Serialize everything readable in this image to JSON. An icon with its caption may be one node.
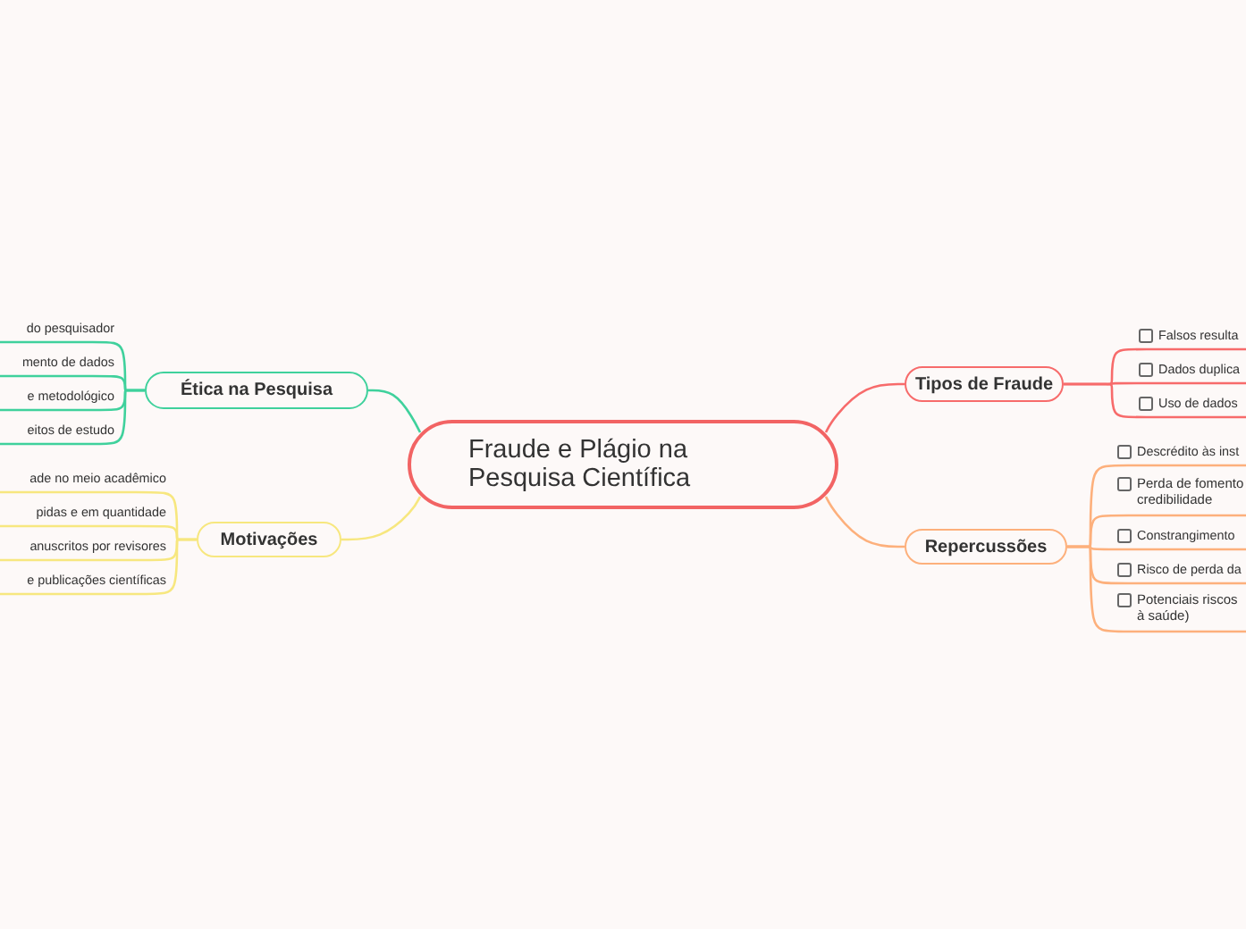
{
  "diagram": {
    "nodes": [
      {
        "text": [
          "Fraude e Plágio na Pesquisa Científica"
        ]
      },
      {
        "text": [
          "Ética na Pesquisa"
        ]
      },
      {
        "text": [
          "do pesquisador"
        ]
      },
      {
        "text": [
          "mento de dados"
        ]
      },
      {
        "text": [
          "e metodológico"
        ]
      },
      {
        "text": [
          "eitos de estudo"
        ]
      },
      {
        "text": [
          "Motivações"
        ]
      },
      {
        "text": [
          "ade no meio acadêmico"
        ]
      },
      {
        "text": [
          "pidas e em quantidade"
        ]
      },
      {
        "text": [
          "anuscritos por revisores"
        ]
      },
      {
        "text": [
          "e publicações científicas"
        ]
      },
      {
        "text": [
          "Tipos de Fraude"
        ]
      },
      {
        "text": [
          "Falsos resulta"
        ]
      },
      {
        "text": [
          "Dados duplica"
        ]
      },
      {
        "text": [
          "Uso de dados"
        ]
      },
      {
        "text": [
          "Repercussões"
        ]
      },
      {
        "text": [
          "Descrédito às inst"
        ]
      },
      {
        "text": [
          "Perda de fomento credibilidade"
        ]
      },
      {
        "text": [
          "Constrangimento"
        ]
      },
      {
        "text": [
          "Risco de perda da"
        ]
      },
      {
        "text": [
          "Potenciais riscos à saúde)"
        ]
      }
    ],
    "edges": [
      {
        "from": 0,
        "to": 1,
        "arrow": "none",
        "color": "#3fd19c"
      },
      {
        "from": 1,
        "to": 2,
        "arrow": "none",
        "color": "#3fd19c"
      },
      {
        "from": 1,
        "to": 3,
        "arrow": "none",
        "color": "#3fd19c"
      },
      {
        "from": 1,
        "to": 4,
        "arrow": "none",
        "color": "#3fd19c"
      },
      {
        "from": 1,
        "to": 5,
        "arrow": "none",
        "color": "#3fd19c"
      },
      {
        "from": 0,
        "to": 6,
        "arrow": "none",
        "color": "#f7e77f"
      },
      {
        "from": 6,
        "to": 7,
        "arrow": "none",
        "color": "#f7e77f"
      },
      {
        "from": 6,
        "to": 8,
        "arrow": "none",
        "color": "#f7e77f"
      },
      {
        "from": 6,
        "to": 9,
        "arrow": "none",
        "color": "#f7e77f"
      },
      {
        "from": 6,
        "to": 10,
        "arrow": "none",
        "color": "#f7e77f"
      },
      {
        "from": 0,
        "to": 11,
        "arrow": "none",
        "color": "#f76b6b"
      },
      {
        "from": 11,
        "to": 12,
        "arrow": "none",
        "color": "#f76b6b"
      },
      {
        "from": 11,
        "to": 13,
        "arrow": "none",
        "color": "#f76b6b"
      },
      {
        "from": 11,
        "to": 14,
        "arrow": "none",
        "color": "#f76b6b"
      },
      {
        "from": 0,
        "to": 15,
        "arrow": "none",
        "color": "#fdb07c"
      },
      {
        "from": 15,
        "to": 16,
        "arrow": "none",
        "color": "#fdb07c"
      },
      {
        "from": 15,
        "to": 17,
        "arrow": "none",
        "color": "#fdb07c"
      },
      {
        "from": 15,
        "to": 18,
        "arrow": "none",
        "color": "#fdb07c"
      },
      {
        "from": 15,
        "to": 19,
        "arrow": "none",
        "color": "#fdb07c"
      },
      {
        "from": 15,
        "to": 20,
        "arrow": "none",
        "color": "#fdb07c"
      }
    ]
  }
}
